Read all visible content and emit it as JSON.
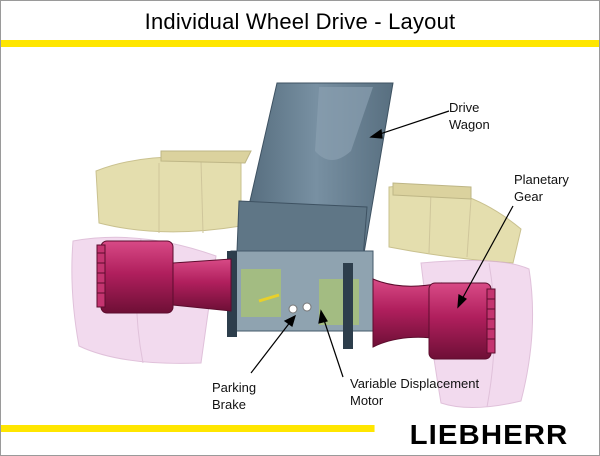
{
  "title": "Individual Wheel Drive - Layout",
  "labels": {
    "drive_wagon": "Drive\nWagon",
    "planetary_gear": "Planetary\nGear",
    "parking_brake": "Parking\nBrake",
    "variable_displacement_motor": "Variable Displacement\nMotor"
  },
  "logo": "LIEBHERR",
  "colors": {
    "accent_yellow": "#ffe600",
    "drive_wagon_gray": "#6a8496",
    "hub_magenta": "#b3205e",
    "tire_pink": "#ecc9e6",
    "tire_olive": "#d8cf8a"
  }
}
